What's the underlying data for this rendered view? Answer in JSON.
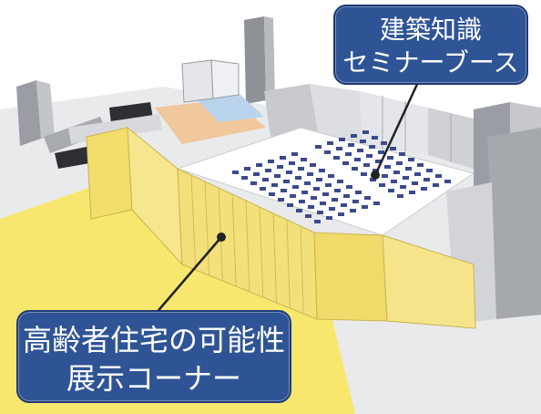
{
  "callouts": {
    "seminar_booth": {
      "line1": "建築知識",
      "line2": "セミナーブース"
    },
    "exhibit_corner": {
      "line1": "高齢者住宅の可能性",
      "line2": "展示コーナー"
    }
  },
  "colors": {
    "callout_fill": "#2f5496",
    "exhibit_yellow": "#f5e07a",
    "floor_yellow": "#f7e76e",
    "seminar_floor": "#ffffff",
    "chair": "#3b4a8c",
    "partition": "#d6d8dc",
    "neighbor_orange": "#f0c89c",
    "neighbor_blue": "#b9d3ec"
  }
}
